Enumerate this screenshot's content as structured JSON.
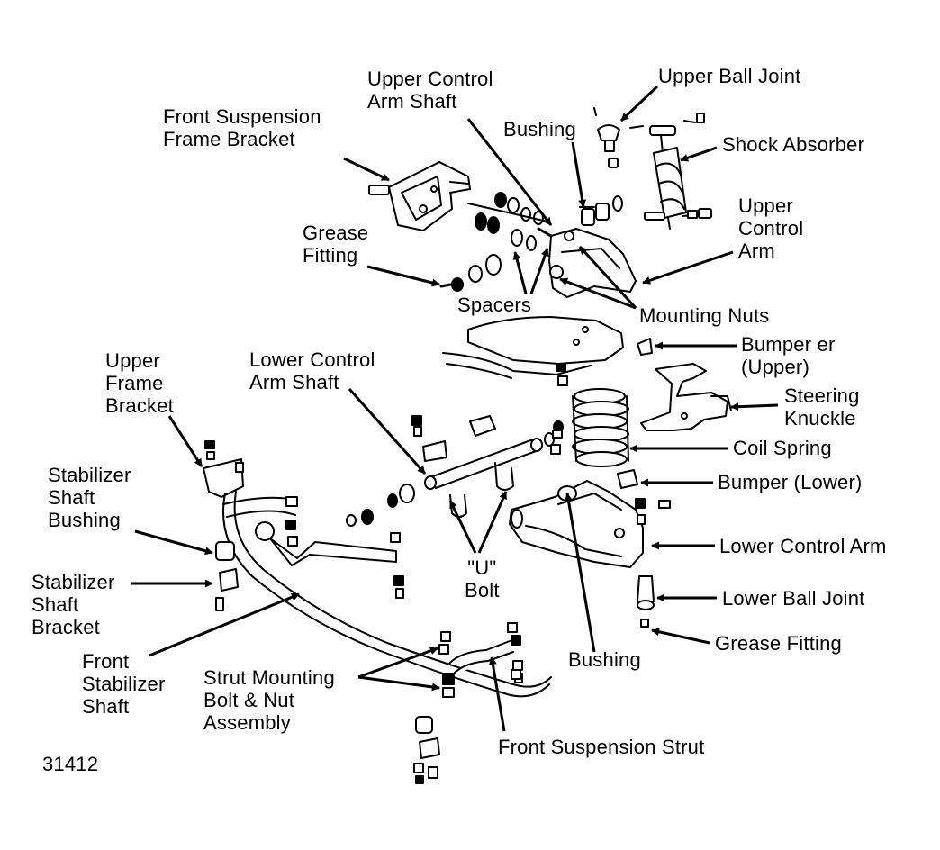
{
  "figure_number": "31412",
  "labels": {
    "upper_ball_joint": [
      "Upper Ball Joint"
    ],
    "upper_control_arm_shaft": [
      "Upper Control",
      "Arm Shaft"
    ],
    "front_suspension_frame_bracket": [
      "Front Suspension",
      "Frame Bracket"
    ],
    "bushing_upper": [
      "Bushing"
    ],
    "shock_absorber": [
      "Shock Absorber"
    ],
    "upper_control_arm": [
      "Upper",
      "Control",
      "Arm"
    ],
    "grease_fitting_upper": [
      "Grease",
      "Fitting"
    ],
    "spacers": [
      "Spacers"
    ],
    "mounting_nuts": [
      "Mounting Nuts"
    ],
    "bumper_upper": [
      "Bumper er",
      "(Upper)"
    ],
    "upper_frame_bracket": [
      "Upper",
      "Frame",
      "Bracket"
    ],
    "lower_control_arm_shaft": [
      "Lower Control",
      "Arm Shaft"
    ],
    "steering_knuckle": [
      "Steering",
      "Knuckle"
    ],
    "coil_spring": [
      "Coil Spring"
    ],
    "stabilizer_shaft_bushing": [
      "Stabilizer",
      "Shaft",
      "Bushing"
    ],
    "bumper_lower": [
      "Bumper (Lower)"
    ],
    "lower_control_arm": [
      "Lower Control Arm"
    ],
    "stabilizer_shaft_bracket": [
      "Stabilizer",
      "Shaft",
      "Bracket"
    ],
    "u_bolt": [
      "\"U\"",
      "Bolt"
    ],
    "lower_ball_joint": [
      "Lower Ball Joint"
    ],
    "grease_fitting_lower": [
      "Grease Fitting"
    ],
    "front_stabilizer_shaft": [
      "Front",
      "Stabilizer",
      "Shaft"
    ],
    "strut_mounting_bolt_nut": [
      "Strut Mounting",
      "Bolt & Nut",
      "Assembly"
    ],
    "bushing_lower": [
      "Bushing"
    ],
    "front_suspension_strut": [
      "Front Suspension Strut"
    ]
  }
}
